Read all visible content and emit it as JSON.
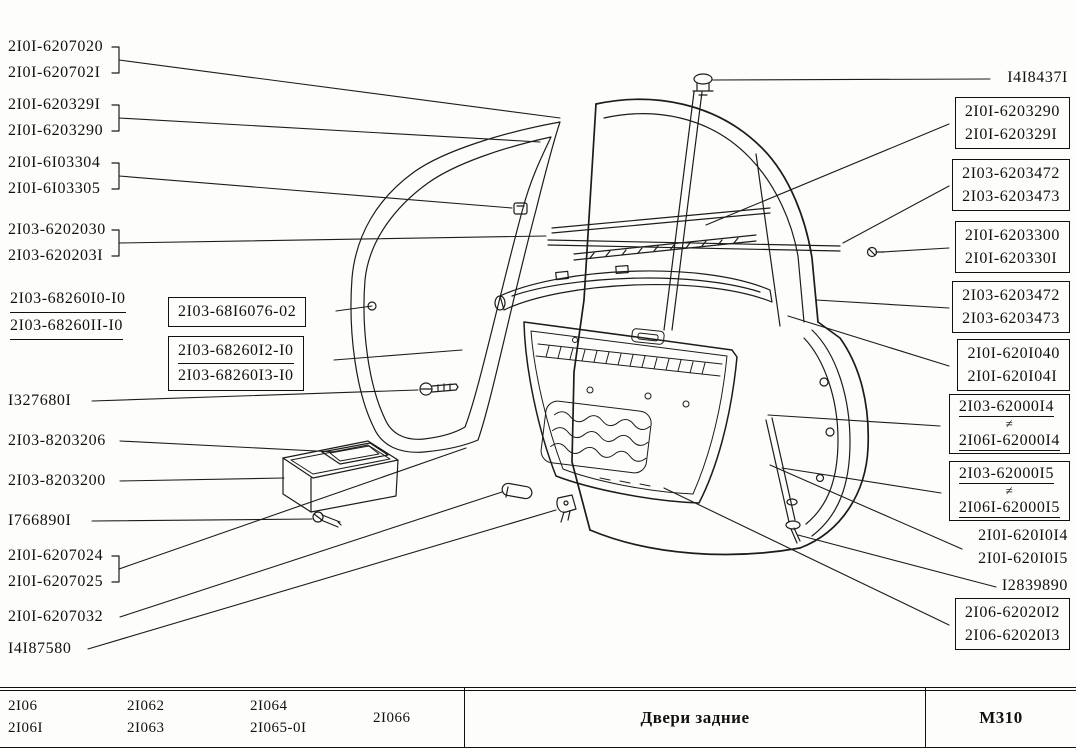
{
  "left_labels": [
    [
      "2I0I-6207020",
      "2I0I-620702I"
    ],
    [
      "2I0I-620329I",
      "2I0I-6203290"
    ],
    [
      "2I0I-6I03304",
      "2I0I-6I03305"
    ],
    [
      "2I03-6202030",
      "2I03-620203I"
    ],
    [
      "2I03-68260I0-I0",
      "2I03-68260II-I0"
    ],
    [
      "2I03-68I6076-02"
    ],
    [
      "2I03-68260I2-I0",
      "2I03-68260I3-I0"
    ],
    [
      "I327680I"
    ],
    [
      "2I03-8203206"
    ],
    [
      "2I03-8203200"
    ],
    [
      "I766890I"
    ],
    [
      "2I0I-6207024",
      "2I0I-6207025"
    ],
    [
      "2I0I-6207032"
    ],
    [
      "I4I87580"
    ]
  ],
  "right_labels": [
    [
      "I4I8437I"
    ],
    [
      "2I0I-6203290",
      "2I0I-620329I"
    ],
    [
      "2I03-6203472",
      "2I03-6203473"
    ],
    [
      "2I0I-6203300",
      "2I0I-620330I"
    ],
    [
      "2I03-6203472",
      "2I03-6203473"
    ],
    [
      "2I0I-620I040",
      "2I0I-620I04I"
    ],
    [
      "2I03-62000I4",
      "≠",
      "2I06I-62000I4"
    ],
    [
      "2I03-62000I5",
      "≠",
      "2I06I-62000I5"
    ],
    [
      "2I0I-620I0I4",
      "2I0I-620I0I5"
    ],
    [
      "I2839890"
    ],
    [
      "2I06-62020I2",
      "2I06-62020I3"
    ]
  ],
  "table": {
    "models": [
      [
        "2I06",
        "2I06I"
      ],
      [
        "2I062",
        "2I063"
      ],
      [
        "2I064",
        "2I065-0I"
      ],
      [
        "2I066"
      ]
    ],
    "title": "Двери задние",
    "code": "М310"
  }
}
